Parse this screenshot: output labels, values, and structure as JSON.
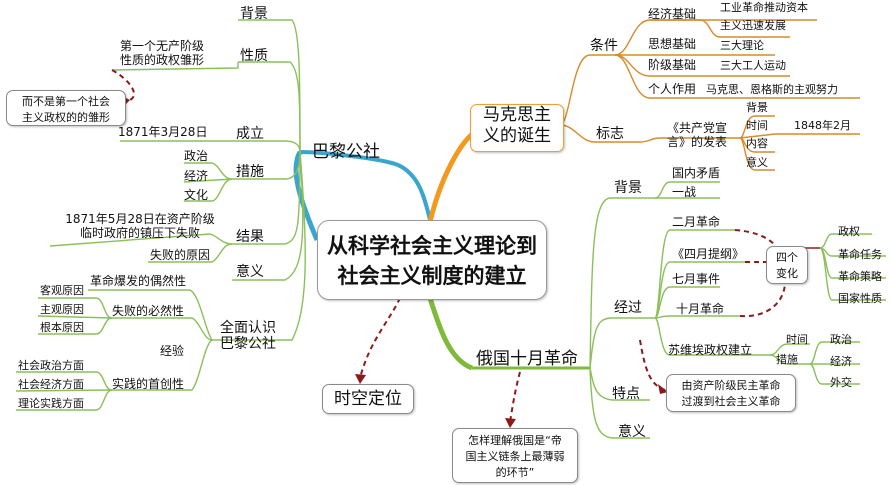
{
  "center": {
    "line1": "从科学社会主义理论到",
    "line2": "社会主义制度的建立"
  },
  "paris": {
    "title": "巴黎公社",
    "background": "背景",
    "nature": "性质",
    "nature_desc": [
      "第一个无产阶级",
      "性质的政权雏形"
    ],
    "nature_note": [
      "而不是第一个社会",
      "主义政权的的雏形"
    ],
    "founding": "成立",
    "founding_date": "1871年3月28日",
    "measures": "措施",
    "measures_items": [
      "政治",
      "经济",
      "文化"
    ],
    "result": "结果",
    "result_desc": [
      "1871年5月28日在资产阶级",
      "临时政府的镇压下失败"
    ],
    "failure_cause": "失败的原因",
    "significance": "意义",
    "full_view": [
      "全面认识",
      "巴黎公社"
    ],
    "accidental": "革命爆发的偶然性",
    "inevitable": "失败的必然性",
    "inevitable_items": [
      "客观原因",
      "主观原因",
      "根本原因"
    ],
    "experience": "经验",
    "pioneering": "实践的首创性",
    "pioneering_items": [
      "社会政治方面",
      "社会经济方面",
      "理论实践方面"
    ]
  },
  "marxism": {
    "title": [
      "马克思主",
      "义的诞生"
    ],
    "conditions": "条件",
    "economic": "经济基础",
    "economic_desc": [
      "工业革命推动资本",
      "主义迅速发展"
    ],
    "ideological": "思想基础",
    "ideological_desc": "三大理论",
    "class": "阶级基础",
    "class_desc": "三大工人运动",
    "personal": "个人作用",
    "personal_desc": "马克思、恩格斯的主观努力",
    "sign": "标志",
    "manifesto": [
      "《共产党宣",
      "言》的发表"
    ],
    "manifesto_items": [
      "背景",
      "时间",
      "内容",
      "意义"
    ],
    "manifesto_time": "1848年2月"
  },
  "october": {
    "title": "俄国十月革命",
    "background": "背景",
    "domestic": "国内矛盾",
    "ww1": "一战",
    "process": "经过",
    "feb": "二月革命",
    "april": "《四月提纲》",
    "july": "七月事件",
    "oct": "十月革命",
    "changes": [
      "四个",
      "变化"
    ],
    "change_items": [
      "政权",
      "革命任务",
      "革命策略",
      "国家性质"
    ],
    "soviet": "苏维埃政权建立",
    "time": "时间",
    "measures": "措施",
    "soviet_items": [
      "政治",
      "经济",
      "外交"
    ],
    "features": "特点",
    "feature_desc": [
      "由资产阶级民主革命",
      "过渡到社会主义革命"
    ],
    "significance": "意义",
    "question": [
      "怎样理解俄国是“帝",
      "国主义链条上最薄弱",
      "的环节”"
    ]
  },
  "spacetime": "时空定位"
}
